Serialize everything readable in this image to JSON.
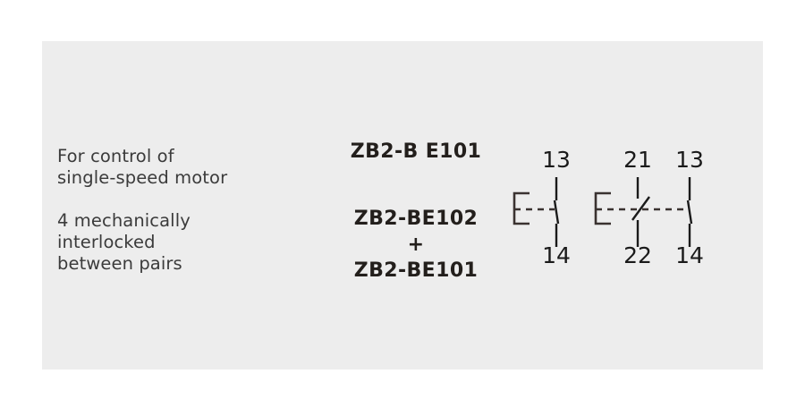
{
  "page": {
    "background_color": "#ffffff",
    "panel_color": "#ededed",
    "text_color": "#3b3b3b",
    "part_text_color": "#231f1c",
    "line_color": "#1a1a1a"
  },
  "description": {
    "block1": {
      "line1": "For control of",
      "line2": "single-speed motor"
    },
    "block2": {
      "line1": "4 mechanically",
      "line2": "interlocked",
      "line3": "between pairs"
    }
  },
  "parts": {
    "group1": {
      "line1": "ZB2-B E101"
    },
    "group2": {
      "line1": "ZB2-BE102",
      "line2": "+",
      "line3": "ZB2-BE101"
    }
  },
  "symbols": {
    "symbol1": {
      "name": "normally-open-contact",
      "terminal_top": "13",
      "terminal_bottom": "14"
    },
    "symbol2": {
      "name": "changeover-contact-pair",
      "left_terminal_top": "21",
      "left_terminal_bottom": "22",
      "right_terminal_top": "13",
      "right_terminal_bottom": "14"
    }
  }
}
